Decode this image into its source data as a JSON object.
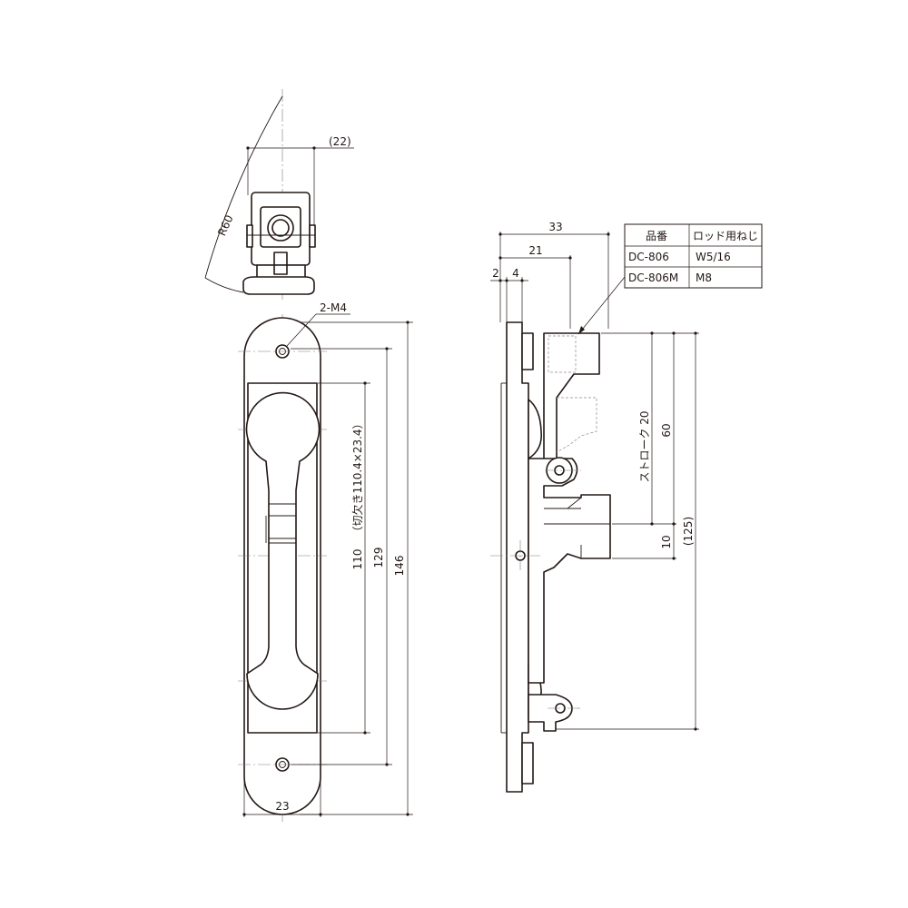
{
  "dimensions": {
    "top_width": "(22)",
    "radius": "R60",
    "hole_spec": "2-M4",
    "width": "23",
    "cutout_length": "110",
    "cutout_note": "（切欠き110.4×23.4）",
    "inner_length": "129",
    "overall_length": "146",
    "depth_33": "33",
    "depth_21": "21",
    "offset_2": "2",
    "offset_4": "4",
    "stroke": "ストローク 20",
    "rod_60": "60",
    "rod_10": "10",
    "rod_125": "(125)"
  },
  "spec_table": {
    "header": [
      "品番",
      "ロッド用ねじ"
    ],
    "rows": [
      [
        "DC-806",
        "W5/16"
      ],
      [
        "DC-806M",
        "M8"
      ]
    ]
  }
}
